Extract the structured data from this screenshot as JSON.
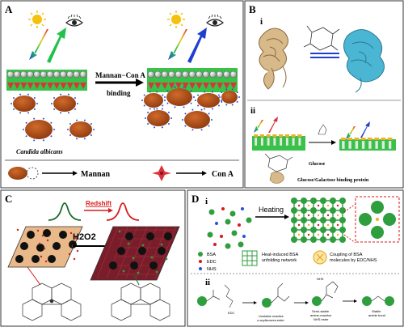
{
  "panels": {
    "A": {
      "letter": "A",
      "arrow_top_label": "Mannan−Con A",
      "arrow_bottom_label": "binding",
      "species_label": "Candida albicans",
      "legend_mannan": "Mannan",
      "legend_cona": "Con A"
    },
    "B": {
      "letter": "B",
      "sub_i": "i",
      "sub_ii": "ii",
      "glucose_label": "Glucose",
      "protein_label": "Glucose/Galactose binding protein"
    },
    "C": {
      "letter": "C",
      "redshift_label": "Redshift",
      "reagent_label": "H2O2"
    },
    "D": {
      "letter": "D",
      "sub_i": "i",
      "sub_ii": "ii",
      "heating_label": "Heating",
      "legend_bsa": "BSA",
      "legend_edc": "EDC",
      "legend_nhs": "NHS",
      "network_label_1": "Heat-induced BSA",
      "network_label_2": "unfolding network",
      "coupling_label_1": "Coupling of BSA",
      "coupling_label_2": "molecules by EDC/NHS",
      "edc_tag": "EDC",
      "nhs_tag": "NHS",
      "step1_line1": "Unstable reactive",
      "step1_line2": "o-acylisourea ester",
      "step2_line1": "Semi-stable",
      "step2_line2": "amine-reactive",
      "step2_line3": "NHS ester",
      "step3_line1": "Stable",
      "step3_line2": "amide bond"
    }
  },
  "colors": {
    "border": "#333333",
    "film_green": "#39c24a",
    "film_red": "#d8343a",
    "cell_brown": "#b8521c",
    "dot_blue": "#2a4fd8",
    "arrow_blue": "#1f3fd0",
    "arrow_green": "#22c24a",
    "plate_tan": "#e9b98a",
    "plate_maroon": "#7a1d2a",
    "bsa_green": "#2f9e3f",
    "protein_tan": "#d8b98a",
    "protein_cyan": "#4bb6d4",
    "redshift_red": "#d81a1a"
  }
}
